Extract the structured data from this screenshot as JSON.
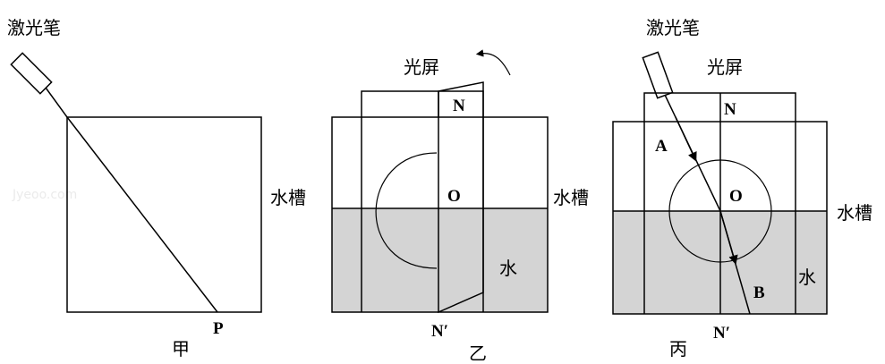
{
  "watermark": "Jyeoo.com",
  "figures": [
    {
      "name": "甲",
      "laser_label": "激光笔",
      "point_p": "P",
      "tank_label": "水槽"
    },
    {
      "name": "乙",
      "screen_label": "光屏",
      "point_n": "N",
      "point_o": "O",
      "point_n_prime": "N′",
      "water_label": "水",
      "tank_label": "水槽"
    },
    {
      "name": "丙",
      "laser_label": "激光笔",
      "screen_label": "光屏",
      "point_n": "N",
      "point_a": "A",
      "point_o": "O",
      "point_b": "B",
      "point_n_prime": "N′",
      "water_label": "水",
      "tank_label": "水槽"
    }
  ]
}
